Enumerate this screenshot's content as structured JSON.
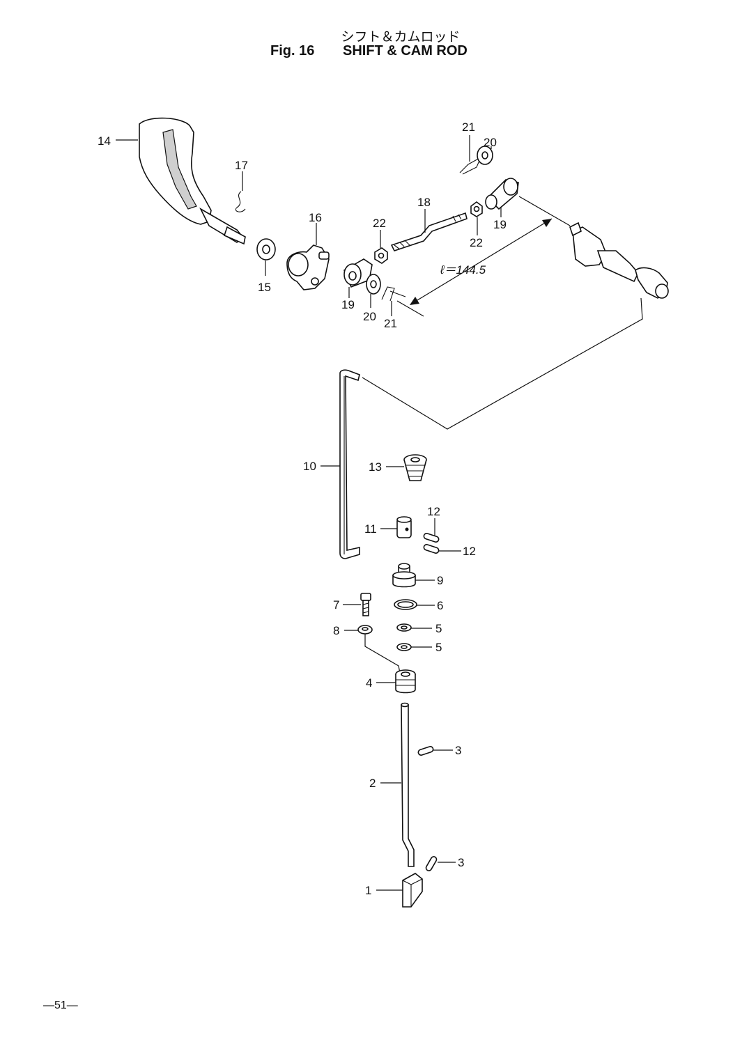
{
  "header": {
    "title_jp": "シフト＆カムロッド",
    "fig_label": "Fig. 16",
    "title_en": "SHIFT & CAM ROD"
  },
  "dimension": {
    "label": "ℓ＝144.5"
  },
  "callouts": {
    "c1": "1",
    "c2": "2",
    "c3a": "3",
    "c3b": "3",
    "c4": "4",
    "c5a": "5",
    "c5b": "5",
    "c6": "6",
    "c7": "7",
    "c8": "8",
    "c9": "9",
    "c10": "10",
    "c11": "11",
    "c12a": "12",
    "c12b": "12",
    "c13": "13",
    "c14": "14",
    "c15": "15",
    "c16": "16",
    "c17": "17",
    "c18": "18",
    "c19a": "19",
    "c19b": "19",
    "c20a": "20",
    "c20b": "20",
    "c21a": "21",
    "c21b": "21",
    "c22a": "22",
    "c22b": "22"
  },
  "footer": {
    "page_number": "—51—"
  }
}
